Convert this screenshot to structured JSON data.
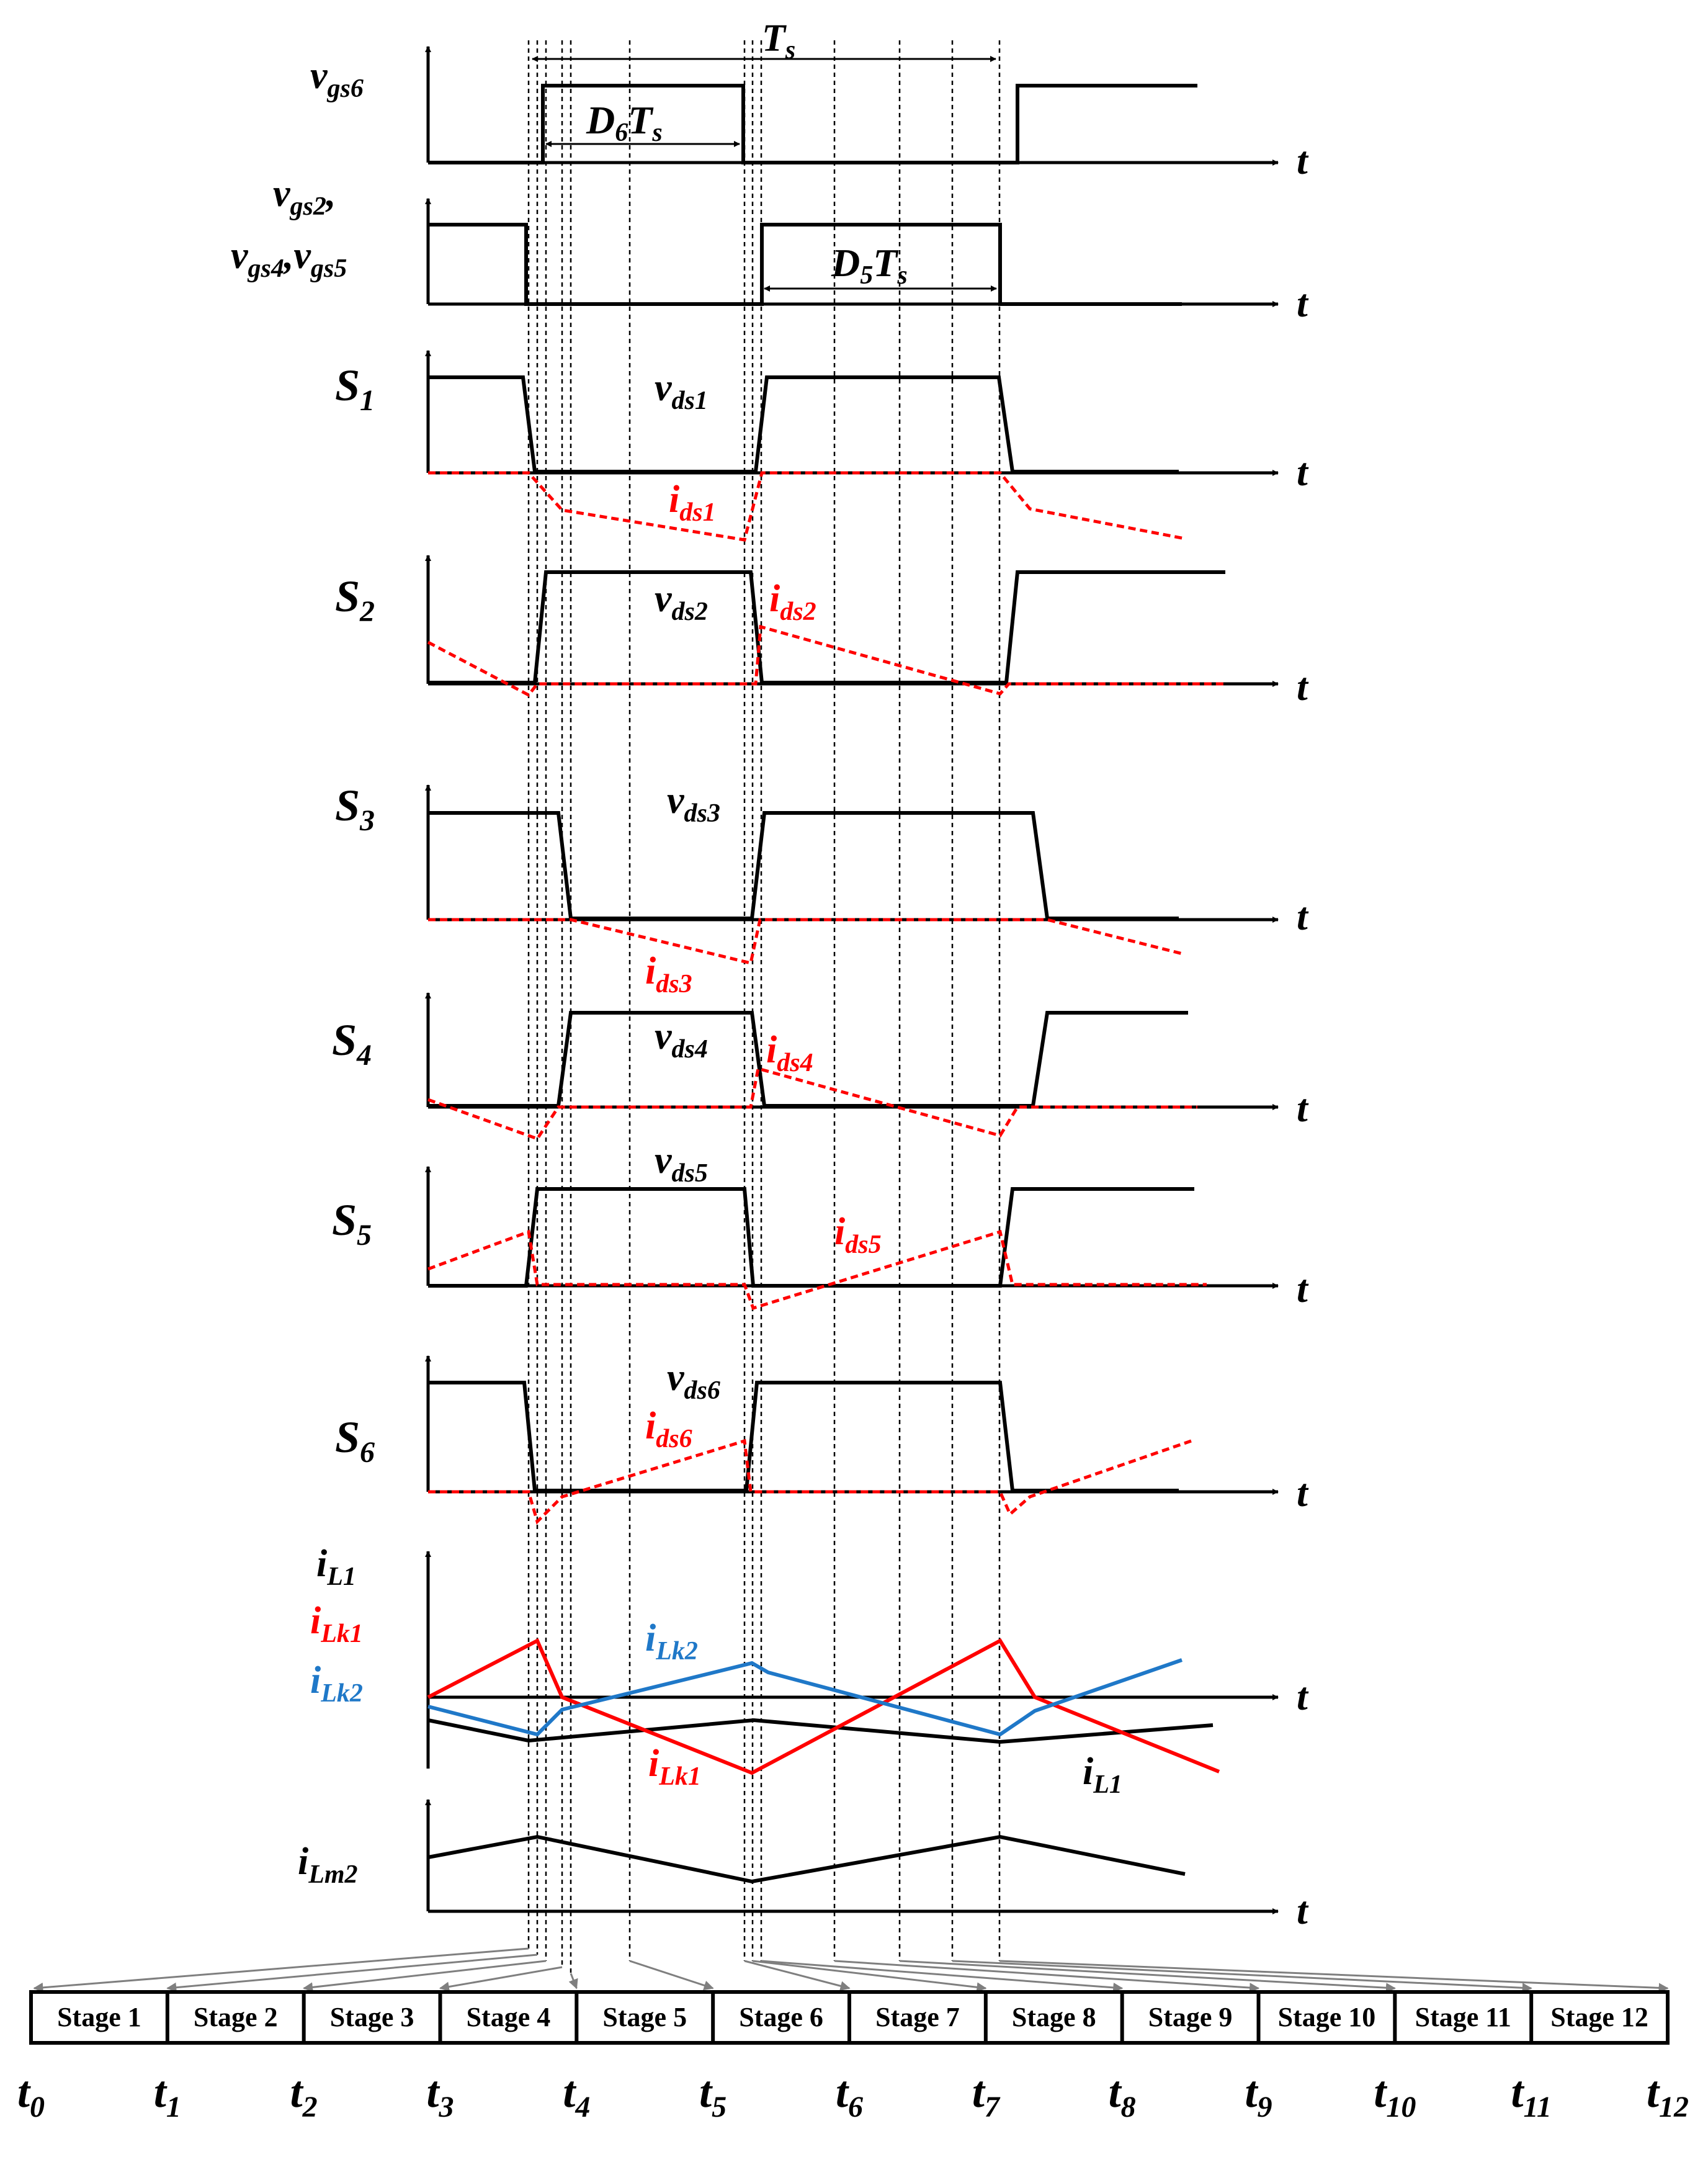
{
  "period_label": "T",
  "period_sub": "s",
  "d6_label": {
    "main": "D",
    "sub": "6",
    "tail": "T",
    "tailsub": "s"
  },
  "d5_label": {
    "main": "D",
    "sub": "5",
    "tail": "T",
    "tailsub": "s"
  },
  "axis_label": "t",
  "channels": {
    "vgs6": {
      "main": "v",
      "sub": "gs6"
    },
    "vgs245": {
      "line1_main": "v",
      "line1_sub": "gs2",
      "line1_tail": ",",
      "line2": [
        {
          "main": "v",
          "sub": "gs4"
        },
        {
          "main": ",v",
          "sub": "gs5"
        }
      ]
    },
    "s1": {
      "main": "S",
      "sub": "1",
      "v_main": "v",
      "v_sub": "ds1",
      "i_main": "i",
      "i_sub": "ds1"
    },
    "s2": {
      "main": "S",
      "sub": "2",
      "v_main": "v",
      "v_sub": "ds2",
      "i_main": "i",
      "i_sub": "ds2"
    },
    "s3": {
      "main": "S",
      "sub": "3",
      "v_main": "v",
      "v_sub": "ds3",
      "i_main": "i",
      "i_sub": "ds3"
    },
    "s4": {
      "main": "S",
      "sub": "4",
      "v_main": "v",
      "v_sub": "ds4",
      "i_main": "i",
      "i_sub": "ds4"
    },
    "s5": {
      "main": "S",
      "sub": "5",
      "v_main": "v",
      "v_sub": "ds5",
      "i_main": "i",
      "i_sub": "ds5"
    },
    "s6": {
      "main": "S",
      "sub": "6",
      "v_main": "v",
      "v_sub": "ds6",
      "i_main": "i",
      "i_sub": "ds6"
    },
    "currents": {
      "il1": {
        "main": "i",
        "sub": "L1"
      },
      "ilk1": {
        "main": "i",
        "sub": "Lk1"
      },
      "ilk2": {
        "main": "i",
        "sub": "Lk2"
      }
    },
    "ilm2": {
      "main": "i",
      "sub": "Lm2"
    }
  },
  "stages": [
    "Stage 1",
    "Stage 2",
    "Stage 3",
    "Stage 4",
    "Stage 5",
    "Stage 6",
    "Stage 7",
    "Stage 8",
    "Stage 9",
    "Stage 10",
    "Stage 11",
    "Stage 12"
  ],
  "time_marks": [
    {
      "main": "t",
      "sub": "0"
    },
    {
      "main": "t",
      "sub": "1"
    },
    {
      "main": "t",
      "sub": "2"
    },
    {
      "main": "t",
      "sub": "3"
    },
    {
      "main": "t",
      "sub": "4"
    },
    {
      "main": "t",
      "sub": "5"
    },
    {
      "main": "t",
      "sub": "6"
    },
    {
      "main": "t",
      "sub": "7"
    },
    {
      "main": "t",
      "sub": "8"
    },
    {
      "main": "t",
      "sub": "9"
    },
    {
      "main": "t",
      "sub": "10"
    },
    {
      "main": "t",
      "sub": "11"
    },
    {
      "main": "t",
      "sub": "12"
    }
  ],
  "colors": {
    "voltage": "#000000",
    "switch_current": "#ff0000",
    "ilk1": "#ff0000",
    "ilk2": "#1f78c8",
    "il1": "#000000",
    "guide": "#000000",
    "connector": "#7f7f7f"
  }
}
